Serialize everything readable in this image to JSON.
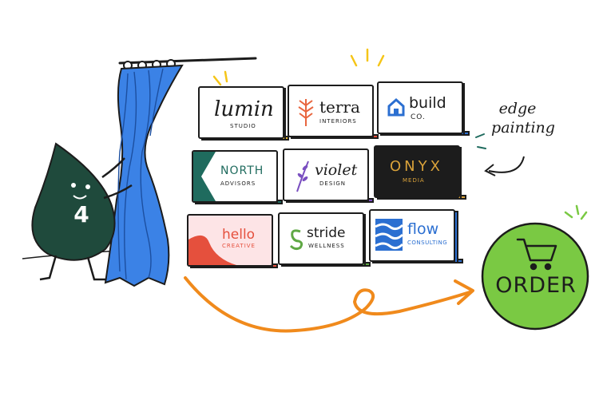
{
  "mascot": {
    "number": "4"
  },
  "cards": [
    {
      "id": "lumin",
      "name": "lumin",
      "sub": "STUDIO",
      "edge_color": "#e8b931",
      "accent": "#3a5f8a"
    },
    {
      "id": "terra",
      "name": "terra",
      "sub": "INTERIORS",
      "edge_color": "#e5503d",
      "accent": "#e8663f"
    },
    {
      "id": "build",
      "name": "build",
      "sub": "CO.",
      "edge_color": "#2b6fd1",
      "accent": "#2b6fd1"
    },
    {
      "id": "north",
      "name": "NORTH",
      "sub": "ADVISORS",
      "edge_color": "#1f6b5e",
      "accent": "#1f6b5e"
    },
    {
      "id": "violet",
      "name": "violet",
      "sub": "DESIGN",
      "edge_color": "#7a4fc0",
      "accent": "#7a4fc0"
    },
    {
      "id": "onyx",
      "name": "ONYX",
      "sub": "MEDIA",
      "edge_color": "#d9a23a",
      "accent": "#d9a23a"
    },
    {
      "id": "hello",
      "name": "hello",
      "sub": "CREATIVE",
      "edge_color": "#e5503d",
      "accent": "#e5503d"
    },
    {
      "id": "stride",
      "name": "stride",
      "sub": "WELLNESS",
      "edge_color": "#5fa844",
      "accent": "#5fa844"
    },
    {
      "id": "flow",
      "name": "flow",
      "sub": "CONSULTING",
      "edge_color": "#2b6fd1",
      "accent": "#2b6fd1"
    }
  ],
  "annotation": {
    "line1": "edge",
    "line2": "painting"
  },
  "order": {
    "label": "ORDER",
    "color": "#7ac943"
  },
  "colors": {
    "ink": "#1c1c1c",
    "curtain": "#3b82e6",
    "arrow": "#f08a1c",
    "mascot": "#1f4a3c",
    "sparkle": "#f5c518"
  }
}
